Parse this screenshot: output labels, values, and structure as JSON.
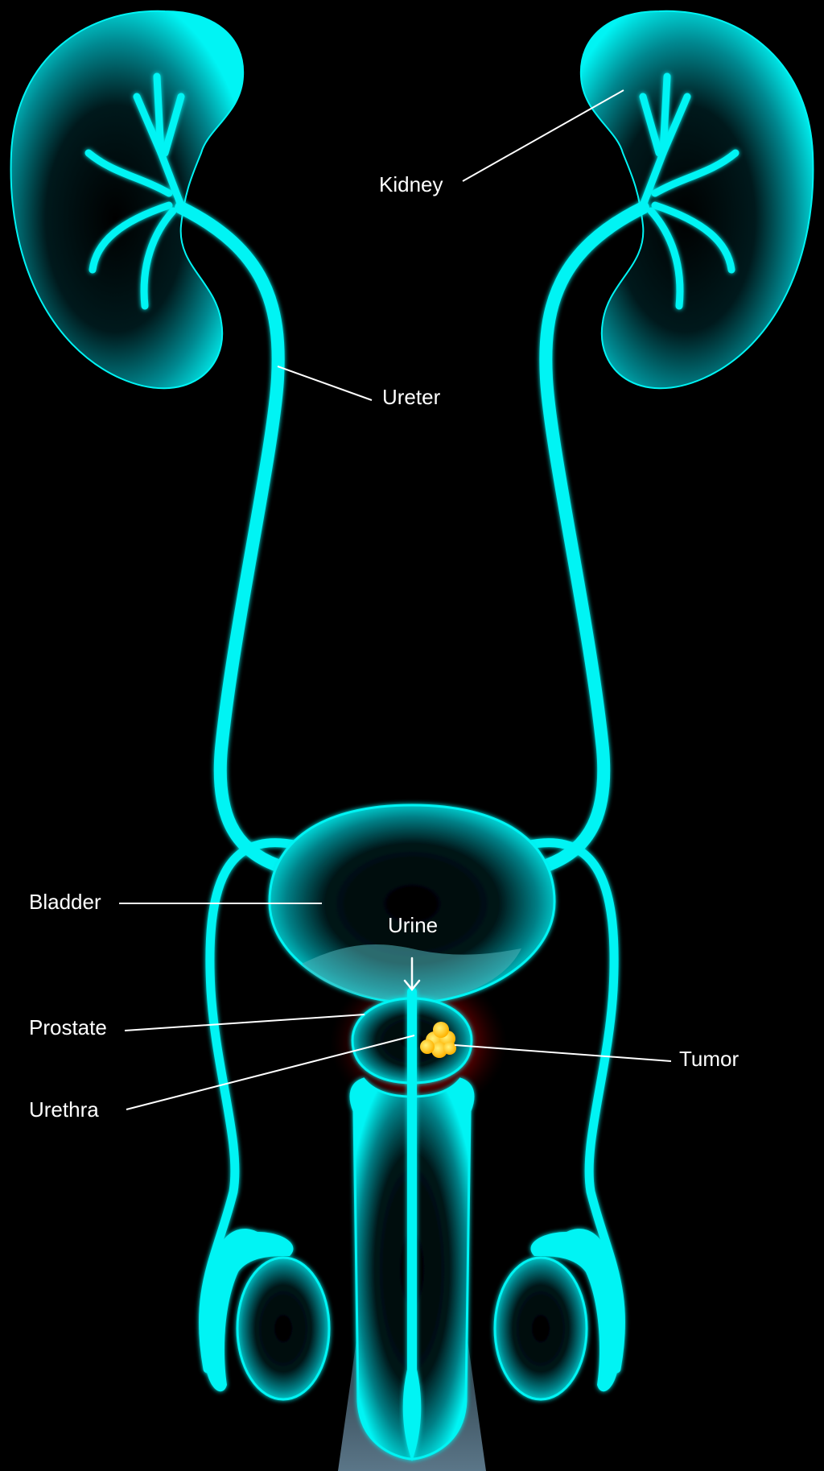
{
  "labels": {
    "kidney": "Kidney",
    "ureter": "Ureter",
    "bladder": "Bladder",
    "urine": "Urine",
    "prostate": "Prostate",
    "urethra": "Urethra",
    "tumor": "Tumor"
  },
  "colors": {
    "background": "#000000",
    "organ": "#00f0f0",
    "organ_shadow": "#003f44",
    "tumor": "#ffcc00",
    "tumor_glow": "#cc0000",
    "label_text": "#ffffff",
    "urine_fill": "#4fb3b8",
    "base_shadow": "#5a7a8c"
  }
}
